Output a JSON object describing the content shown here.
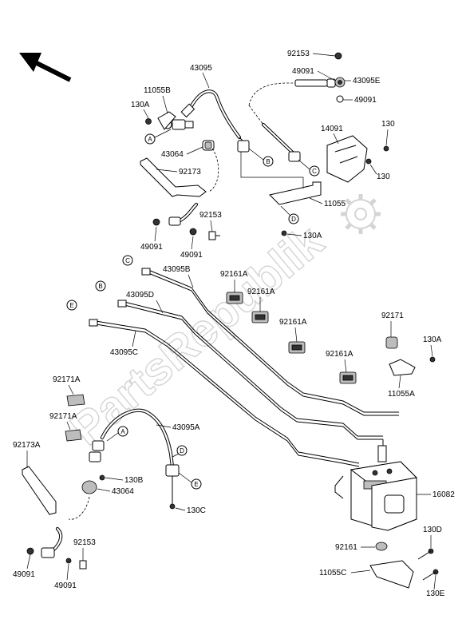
{
  "watermark": "PartsRepublik",
  "icons": {
    "orientation_arrow": "direction-arrow-icon",
    "gear": "gear-icon"
  },
  "labels": {
    "p92153_top": "92153",
    "p49091_top_a": "49091",
    "p43095E": "43095E",
    "p49091_top_b": "49091",
    "p43095": "43095",
    "p11055B": "11055B",
    "p130A_top": "130A",
    "p43064_top": "43064",
    "p92173": "92173",
    "p49091_mid_a": "49091",
    "p49091_mid_b": "49091",
    "p92153_mid": "92153",
    "p14091": "14091",
    "p130_a": "130",
    "p130_b": "130",
    "p11055": "11055",
    "p130A_mid": "130A",
    "p43095B": "43095B",
    "p43095D": "43095D",
    "p43095C": "43095C",
    "p92161A_a": "92161A",
    "p92161A_b": "92161A",
    "p92161A_c": "92161A",
    "p92161A_d": "92161A",
    "p92171": "92171",
    "p130A_right": "130A",
    "p11055A": "11055A",
    "p92171A_a": "92171A",
    "p92171A_b": "92171A",
    "p43095A": "43095A",
    "p92173A": "92173A",
    "p130B": "130B",
    "p43064_low": "43064",
    "p130C": "130C",
    "p16082": "16082",
    "p130D": "130D",
    "p92161": "92161",
    "p11055C": "11055C",
    "p130E": "130E",
    "p92153_low": "92153",
    "p49091_low_a": "49091",
    "p49091_low_b": "49091"
  },
  "refs": {
    "a_top": "A",
    "b_top": "B",
    "c_top": "C",
    "d_top": "D",
    "c_mid": "C",
    "b_mid": "B",
    "e_mid": "E",
    "a_low": "A",
    "d_low": "D",
    "e_low": "E"
  }
}
